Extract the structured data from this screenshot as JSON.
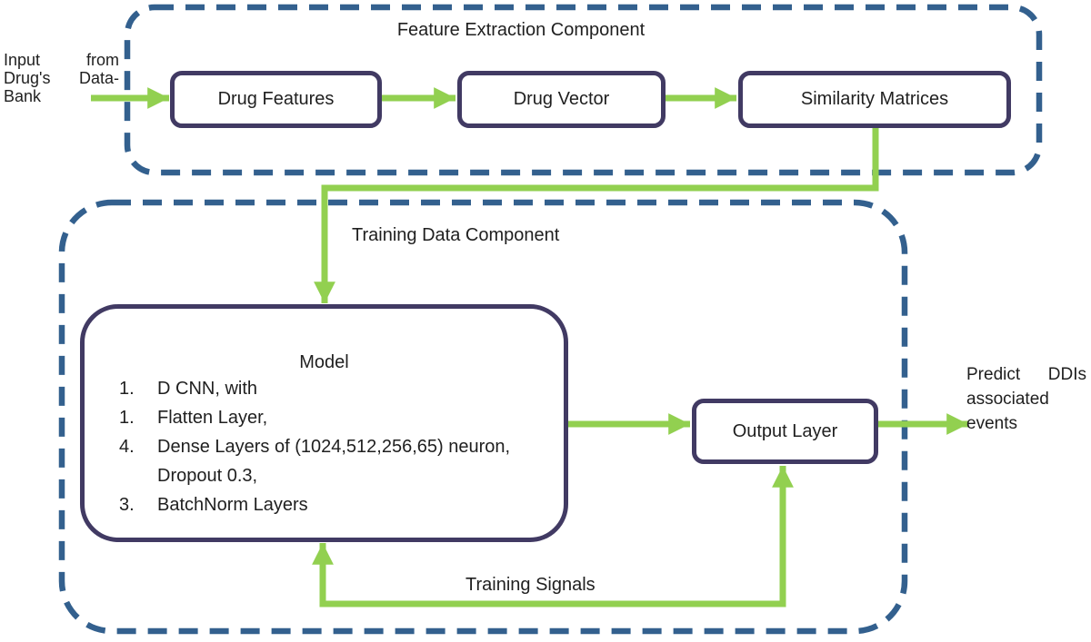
{
  "diagram_title": "DDI prediction pipeline diagram",
  "colors": {
    "arrow_green": "#92d050",
    "dashed_border_blue": "#33608e",
    "node_border_purple": "#413a63",
    "text": "#1f1f1f",
    "background": "#ffffff"
  },
  "input_caption": {
    "lines": [
      "Input from",
      "Drug's Data-",
      "Bank"
    ]
  },
  "feature_component": {
    "title": "Feature Extraction Component",
    "boxes": [
      {
        "label": "Drug Features"
      },
      {
        "label": "Drug Vector"
      },
      {
        "label": "Similarity Matrices"
      }
    ]
  },
  "training_component": {
    "title": "Training Data Component",
    "model": {
      "title": "Model",
      "items": [
        {
          "num": "1.",
          "text": "D CNN, with"
        },
        {
          "num": "1.",
          "text": "Flatten Layer,"
        },
        {
          "num": "4.",
          "text": "Dense Layers of (1024,512,256,65) neuron, Dropout 0.3,"
        },
        {
          "num": "3.",
          "text": "BatchNorm Layers"
        }
      ]
    },
    "output_box": {
      "label": "Output Layer"
    },
    "training_signals_label": "Training Signals"
  },
  "output_caption": {
    "lines": [
      "Predict DDIs",
      "associated",
      "events"
    ]
  }
}
